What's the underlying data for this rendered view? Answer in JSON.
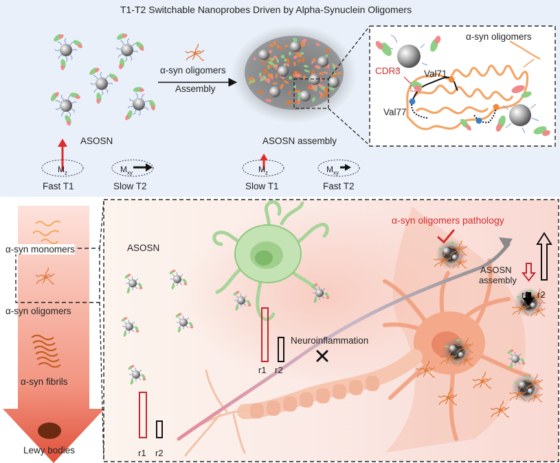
{
  "title": "T1-T2  Switchable Nanoprobes Driven by Alpha-Synuclein Oligomers",
  "top": {
    "arrow_label_1": "α-syn oligomers",
    "arrow_label_2": "Assembly",
    "asosn": "ASOSN",
    "asosn_assembly": "ASOSN assembly",
    "inset_title": "α-syn oligomers",
    "cdr3": "CDR3",
    "val71": "Val71",
    "val77": "Val77",
    "mz": "M",
    "mz_sub": "z",
    "mxy": "M",
    "mxy_sub": "xy",
    "fast_t1": "Fast T1",
    "slow_t2": "Slow T2",
    "slow_t1": "Slow T1",
    "fast_t2": "Fast T2"
  },
  "left": {
    "monomers": "α-syn monomers",
    "oligomers": "α-syn oligomers",
    "fibrils": "α-syn fibrils",
    "lewy": "Lewy bodies"
  },
  "bottom": {
    "asosn": "ASOSN",
    "pathology": "α-syn oligomers pathology",
    "neuroinflammation": "Neuroinflammation",
    "asosn_assembly_1": "ASOSN",
    "asosn_assembly_2": "assembly",
    "r1": "r1",
    "r2": "r2"
  },
  "colors": {
    "red_accent": "#d62b2b",
    "gold_outline": "#f3a566",
    "top_bg": "#e9f0f9",
    "neuron_green": "#a8d49a",
    "neuron_orange": "#f0a07e"
  }
}
